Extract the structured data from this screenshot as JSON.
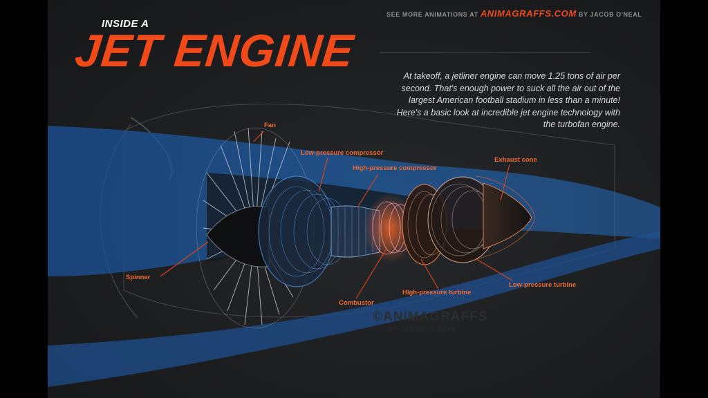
{
  "header": {
    "subtitle": "INSIDE A",
    "title": "JET ENGINE",
    "credit_prefix": "SEE MORE ANIMATIONS AT",
    "credit_site": "ANIMAGRAFFS.COM",
    "credit_author": "BY JACOB O'NEAL"
  },
  "intro": "At takeoff, a jetliner engine can move 1.25 tons of air per second. That's enough power to suck all the air out of the largest American football stadium in less than a minute! Here's a basic look at incredible jet engine technology with the turbofan engine.",
  "labels": {
    "fan": "Fan",
    "low_pressure_compressor": "Low-pressure compressor",
    "high_pressure_compressor": "High-pressure compressor",
    "exhaust_cone": "Exhaust cone",
    "spinner": "Spinner",
    "combustor": "Combustor",
    "high_pressure_turbine": "High-pressure turbine",
    "low_pressure_turbine": "Low-pressure turbine"
  },
  "watermark": {
    "line1": "©ANIMAGRAFFS",
    "line2": "BY JACOB O'NEAL"
  },
  "icons": {
    "airplane": "airplane-icon"
  },
  "colors": {
    "accent": "#f04a1a",
    "airflow": "#1f5fa8",
    "label": "#f26a32"
  }
}
